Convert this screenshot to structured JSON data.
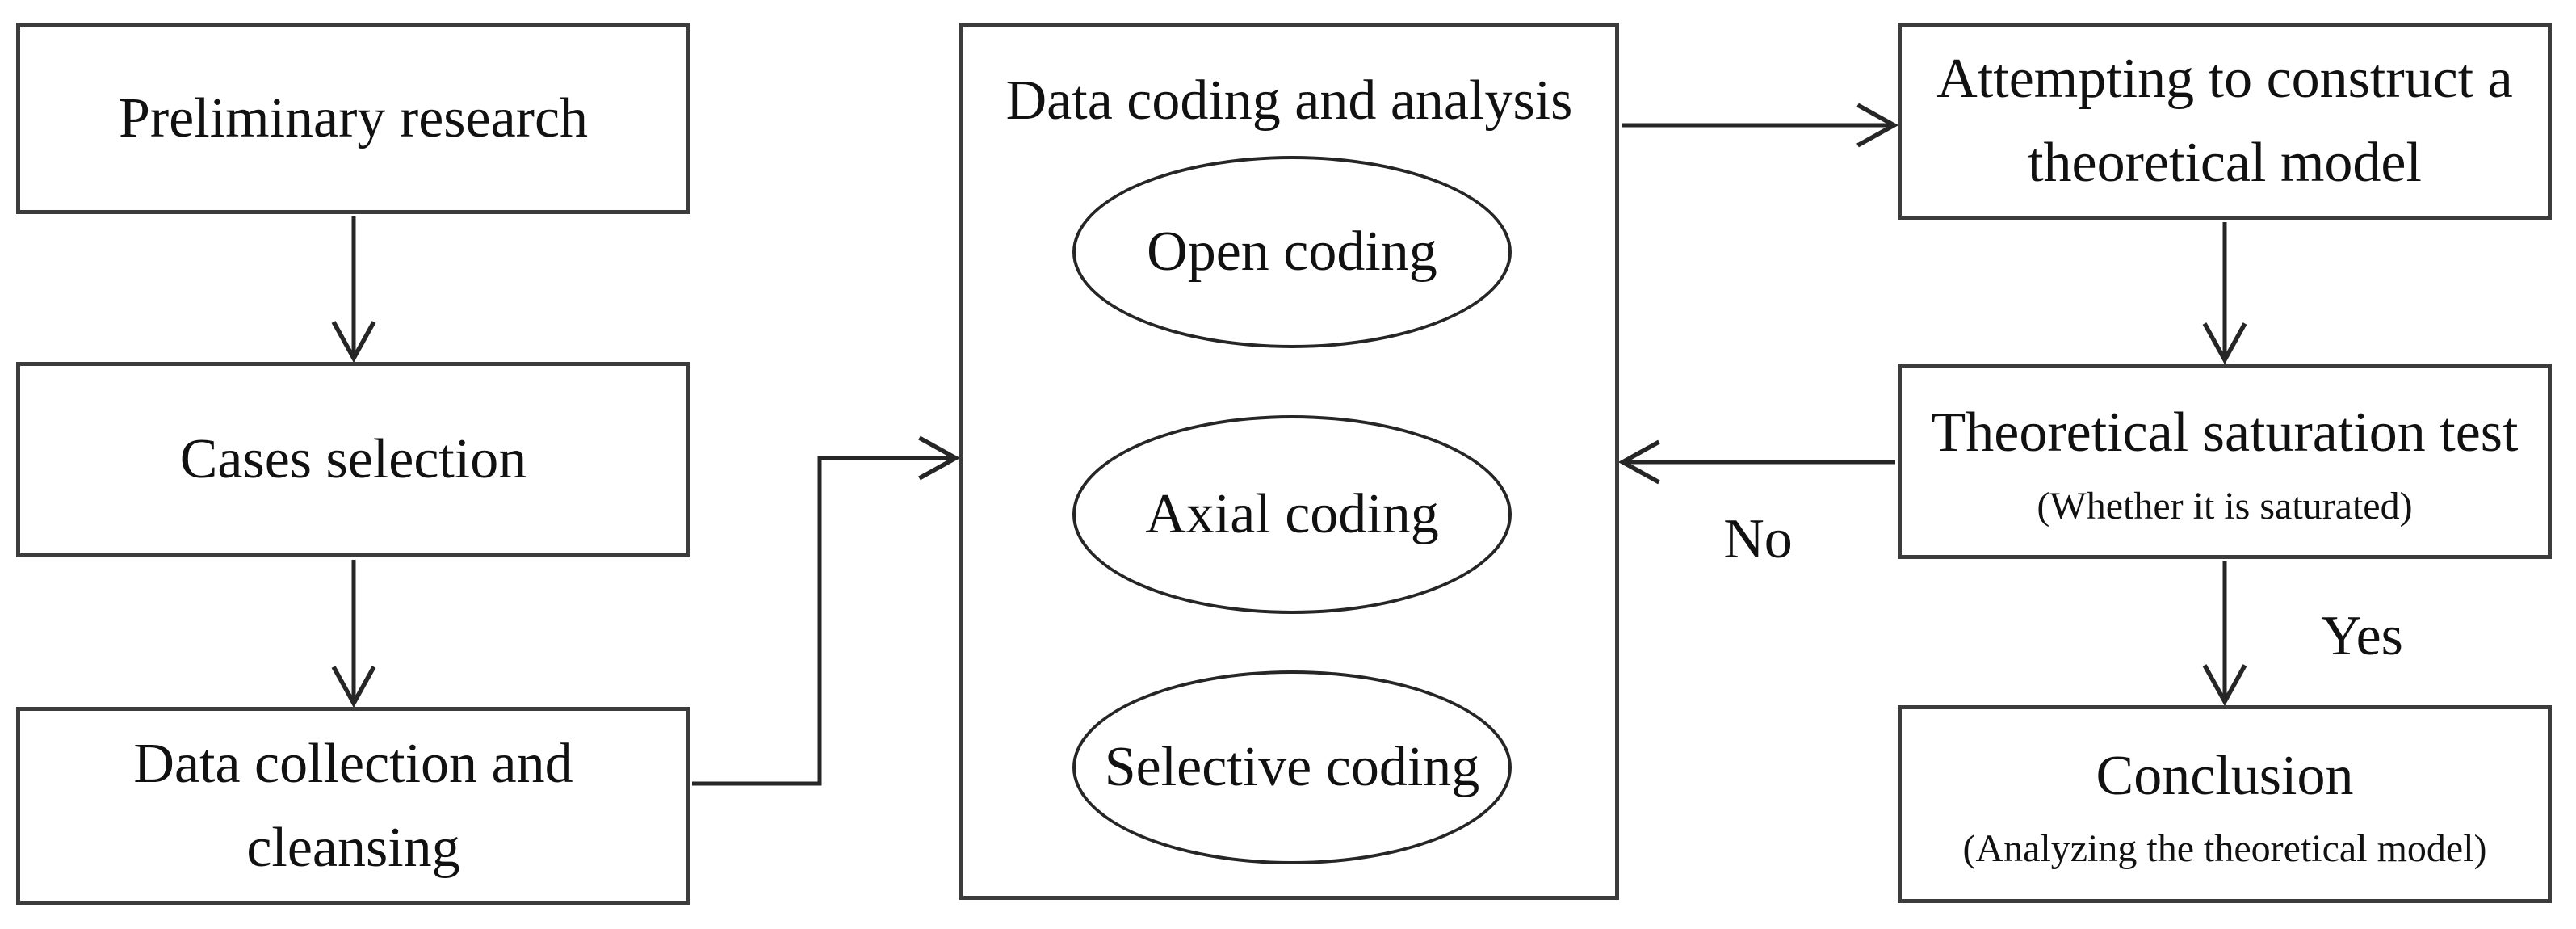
{
  "flowchart": {
    "nodes": {
      "preliminary_research": {
        "label": "Preliminary research"
      },
      "cases_selection": {
        "label": "Cases selection"
      },
      "data_collection": {
        "line1": "Data collection and",
        "line2": "cleansing"
      },
      "data_coding": {
        "title": "Data coding and analysis"
      },
      "open_coding": {
        "label": "Open coding"
      },
      "axial_coding": {
        "label": "Axial coding"
      },
      "selective_coding": {
        "label": "Selective coding"
      },
      "construct_model": {
        "line1": "Attempting to construct a",
        "line2": "theoretical model"
      },
      "saturation_test": {
        "label": "Theoretical saturation test",
        "sublabel": "(Whether it is saturated)"
      },
      "conclusion": {
        "label": "Conclusion",
        "sublabel": "(Analyzing the theoretical model)"
      }
    },
    "edge_labels": {
      "no": "No",
      "yes": "Yes"
    },
    "edges": [
      {
        "from": "preliminary_research",
        "to": "cases_selection",
        "label": ""
      },
      {
        "from": "cases_selection",
        "to": "data_collection",
        "label": ""
      },
      {
        "from": "data_collection",
        "to": "data_coding",
        "label": ""
      },
      {
        "from": "data_coding",
        "to": "construct_model",
        "label": ""
      },
      {
        "from": "construct_model",
        "to": "saturation_test",
        "label": ""
      },
      {
        "from": "saturation_test",
        "to": "data_coding",
        "label": "No"
      },
      {
        "from": "saturation_test",
        "to": "conclusion",
        "label": "Yes"
      }
    ],
    "colors": {
      "stroke": "#3c3c3c",
      "line": "#262626",
      "text": "#111111",
      "background": "#ffffff"
    }
  }
}
